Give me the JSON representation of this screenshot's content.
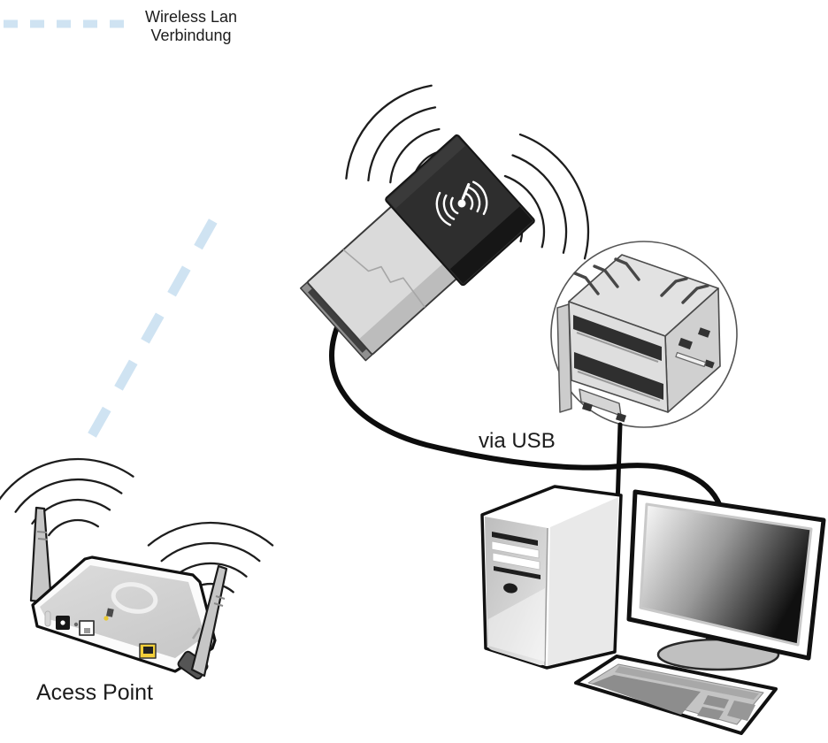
{
  "labels": {
    "wireless_lan_line1": "Wireless Lan",
    "wireless_lan_line2": "Verbindung",
    "via_usb": "via USB",
    "access_point": "Acess Point"
  },
  "colors": {
    "wireless_link_dash": "#cfe3f2",
    "outline": "#1d1d1d",
    "cable": "#0d0d0d",
    "adapter_cap": "#2e2e2e",
    "adapter_metal": "#dadada",
    "ethernet_port_yellow": "#f2cf3a",
    "text": "#1c1c1c"
  },
  "icons": {
    "wifi_waves": "concentric radio signal arcs",
    "adapter_wifi_logo": "white antenna glyph with side waves",
    "usb_port_callout": "magnified dual USB-A port in circle"
  }
}
